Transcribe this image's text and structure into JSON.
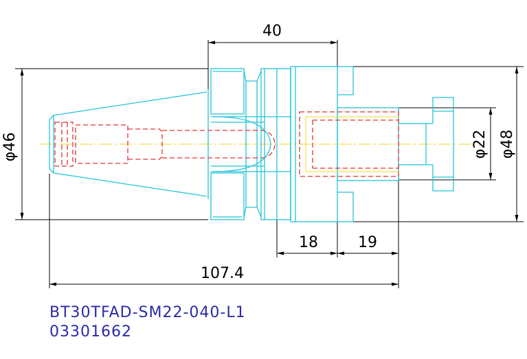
{
  "dimensions": {
    "top_40": "40",
    "dia_46": "φ46",
    "dia_22": "φ22",
    "dia_48": "φ48",
    "dim_18": "18",
    "dim_19": "19",
    "dim_107": "107.4"
  },
  "part": {
    "model": "BT30TFAD-SM22-040-L1",
    "code": "03301662"
  },
  "colors": {
    "outline": "#22c4d8",
    "hidden": "#e53030",
    "centerline": "#f0d020",
    "dimension": "#000000",
    "label": "#2a2aa8"
  }
}
